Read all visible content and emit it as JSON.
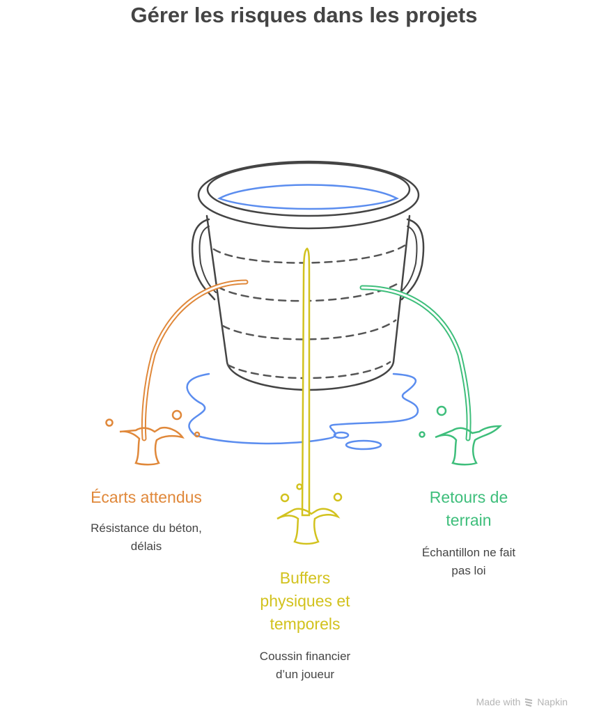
{
  "title": "Gérer les risques dans les projets",
  "items": [
    {
      "label_lines": [
        "Écarts attendus"
      ],
      "desc_lines": [
        "Résistance du béton,",
        "délais"
      ],
      "color": "#E0883A"
    },
    {
      "label_lines": [
        "Buffers",
        "physiques et",
        "temporels"
      ],
      "desc_lines": [
        "Coussin financier",
        "d’un joueur"
      ],
      "color": "#D2C21E"
    },
    {
      "label_lines": [
        "Retours de",
        "terrain"
      ],
      "desc_lines": [
        "Échantillon ne fait",
        "pas loi"
      ],
      "color": "#3EBE7B"
    }
  ],
  "water_color": "#5B8DEF",
  "footer": {
    "made_with": "Made with",
    "brand": "Napkin"
  }
}
